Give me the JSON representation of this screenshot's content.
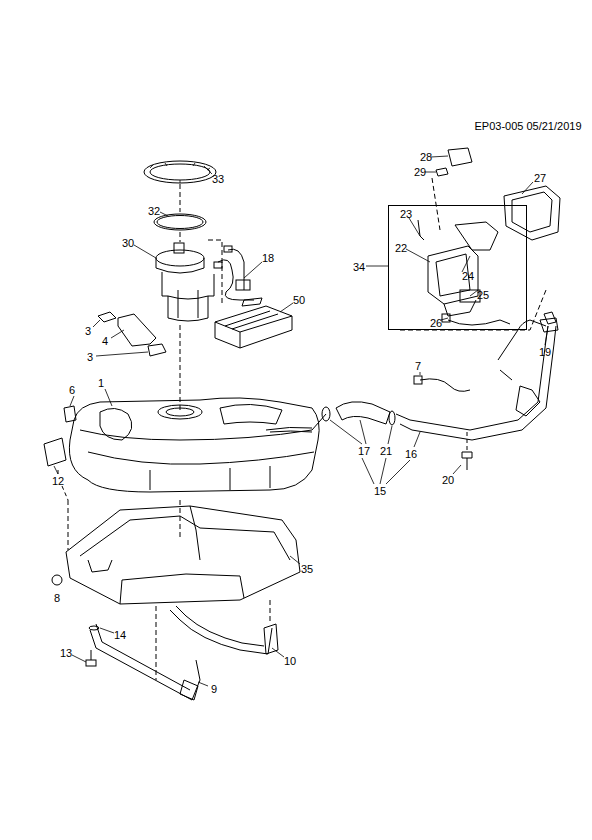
{
  "diagram": {
    "nodes": [
      {
        "text": [
          "34",
          "23",
          "22",
          "24",
          "25",
          "26"
        ]
      }
    ],
    "labels": [
      "EP03-005 05/21/2019",
      "28",
      "29",
      "27",
      "33",
      "32",
      "30",
      "18",
      "50",
      "3",
      "4",
      "3",
      "6",
      "1",
      "7",
      "19",
      "17",
      "21",
      "16",
      "20",
      "15",
      "12",
      "35",
      "8",
      "14",
      "13",
      "10",
      "9"
    ]
  }
}
